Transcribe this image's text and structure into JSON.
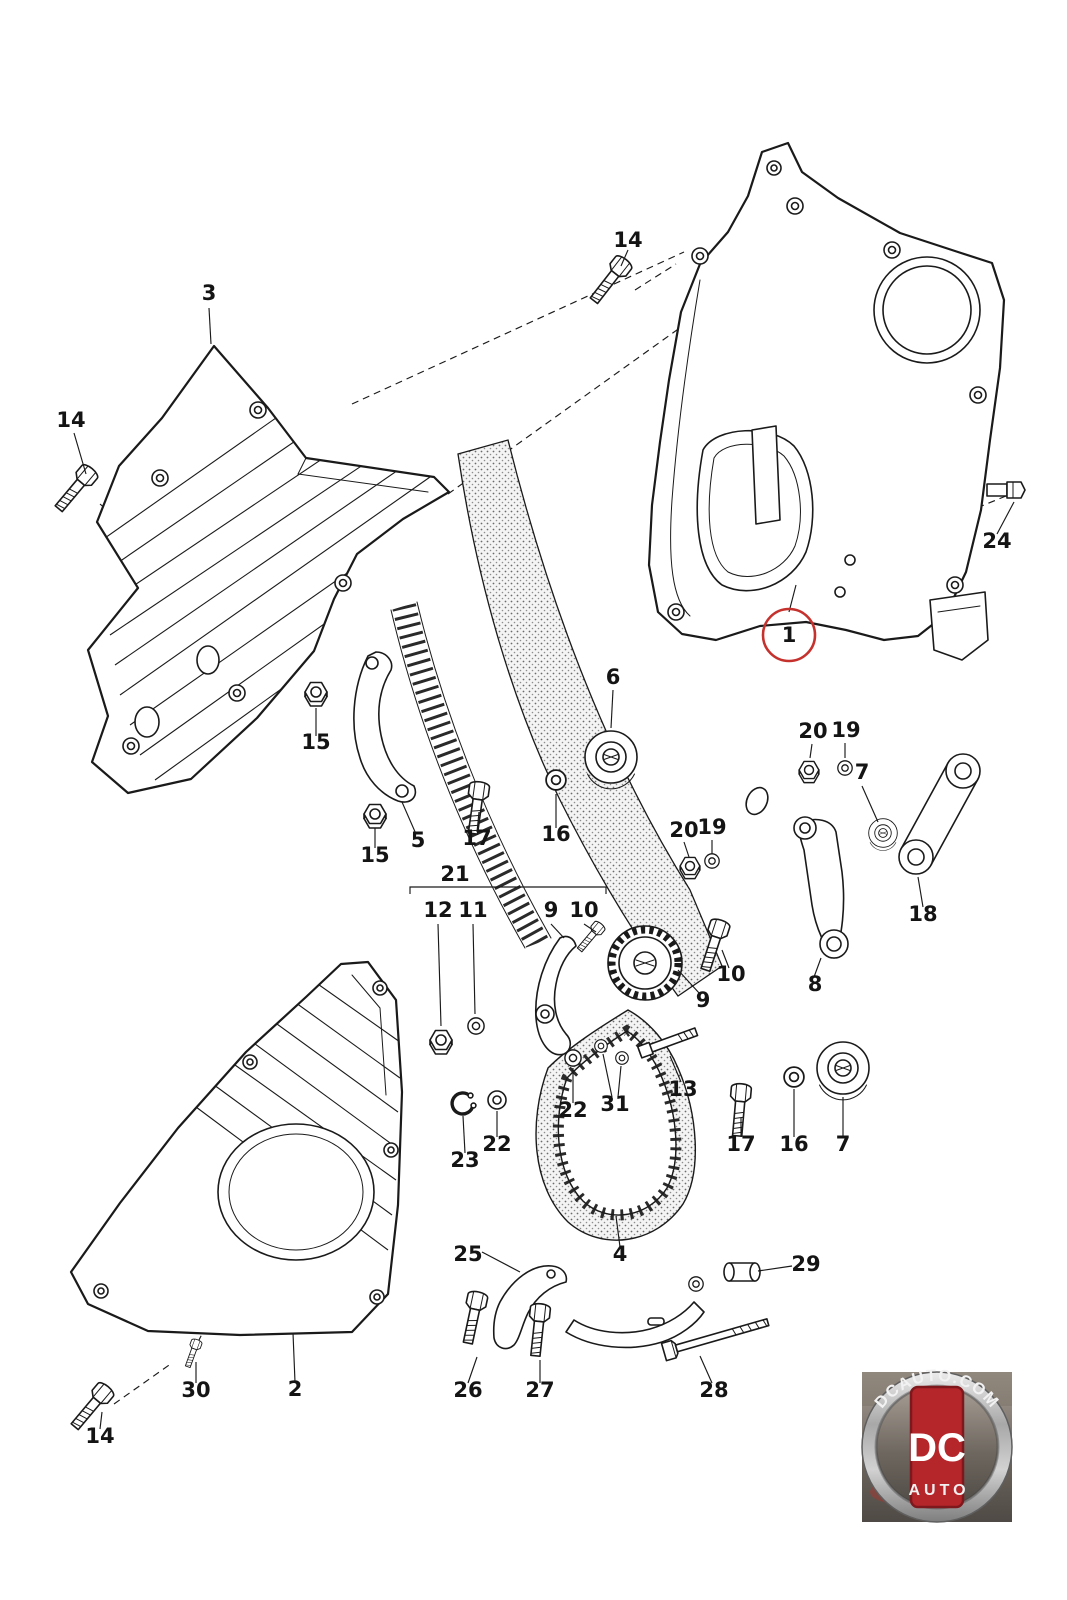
{
  "diagram": {
    "callouts": [
      {
        "id": "14-top",
        "label": "14"
      },
      {
        "id": "3",
        "label": "3"
      },
      {
        "id": "14-left",
        "label": "14"
      },
      {
        "id": "24",
        "label": "24"
      },
      {
        "id": "1",
        "label": "1"
      },
      {
        "id": "15-upper",
        "label": "15"
      },
      {
        "id": "6",
        "label": "6"
      },
      {
        "id": "20-upper",
        "label": "20"
      },
      {
        "id": "19-upper",
        "label": "19"
      },
      {
        "id": "7-upper",
        "label": "7"
      },
      {
        "id": "5",
        "label": "5"
      },
      {
        "id": "15-lower",
        "label": "15"
      },
      {
        "id": "17-upper",
        "label": "17"
      },
      {
        "id": "16-upper",
        "label": "16"
      },
      {
        "id": "20-mid",
        "label": "20"
      },
      {
        "id": "19-mid",
        "label": "19"
      },
      {
        "id": "21",
        "label": "21"
      },
      {
        "id": "12",
        "label": "12"
      },
      {
        "id": "11",
        "label": "11"
      },
      {
        "id": "9-group",
        "label": "9"
      },
      {
        "id": "10-group",
        "label": "10"
      },
      {
        "id": "18",
        "label": "18"
      },
      {
        "id": "10-right",
        "label": "10"
      },
      {
        "id": "8",
        "label": "8"
      },
      {
        "id": "9-pulley",
        "label": "9"
      },
      {
        "id": "13",
        "label": "13"
      },
      {
        "id": "22-mid",
        "label": "22"
      },
      {
        "id": "31",
        "label": "31"
      },
      {
        "id": "17-lower",
        "label": "17"
      },
      {
        "id": "16-lower",
        "label": "16"
      },
      {
        "id": "7-lower",
        "label": "7"
      },
      {
        "id": "23",
        "label": "23"
      },
      {
        "id": "22-left",
        "label": "22"
      },
      {
        "id": "4",
        "label": "4"
      },
      {
        "id": "25",
        "label": "25"
      },
      {
        "id": "29",
        "label": "29"
      },
      {
        "id": "30",
        "label": "30"
      },
      {
        "id": "2",
        "label": "2"
      },
      {
        "id": "26",
        "label": "26"
      },
      {
        "id": "27",
        "label": "27"
      },
      {
        "id": "28",
        "label": "28"
      },
      {
        "id": "14-bottom",
        "label": "14"
      }
    ]
  },
  "watermark": {
    "site": "DCAUTO.COM",
    "brand": "DC",
    "brand_sub": "AUTO"
  },
  "colors": {
    "ink": "#1a1a1a",
    "highlight_red": "#c5312d",
    "logo_red": "#b5262b"
  }
}
